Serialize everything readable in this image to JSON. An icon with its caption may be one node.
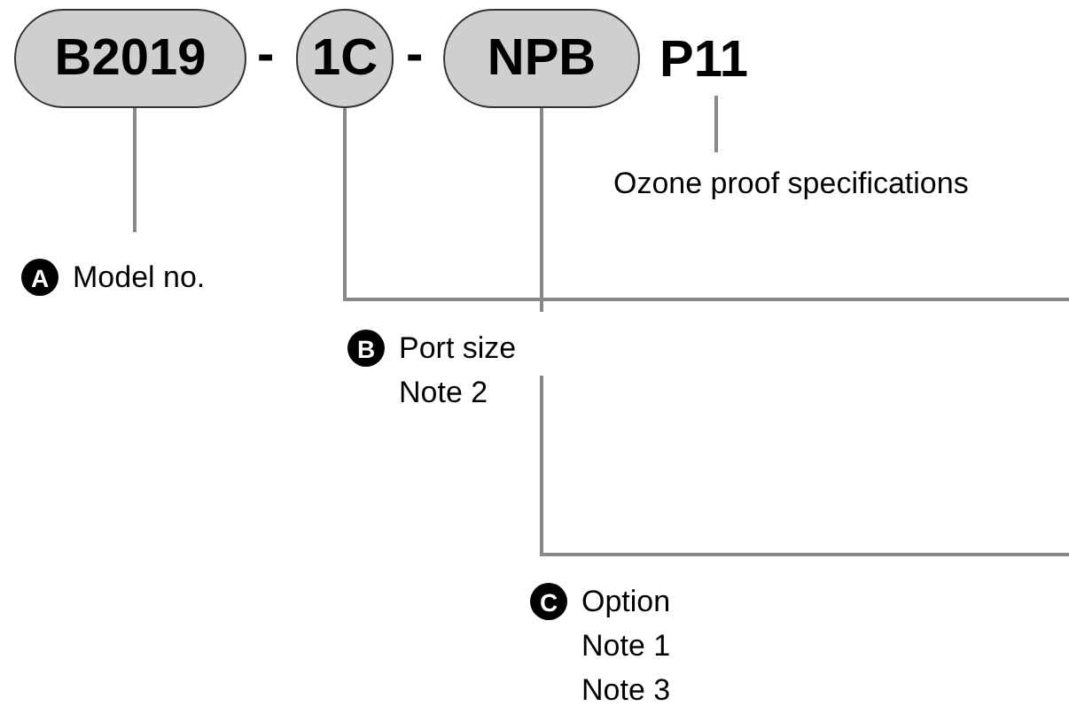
{
  "diagram": {
    "nodes": [
      {
        "text": [
          "B2019"
        ]
      },
      {
        "text": [
          "1C"
        ]
      },
      {
        "text": [
          "NPB"
        ]
      },
      {
        "text": [
          "P11"
        ]
      },
      {
        "text": [
          "Ozone proof specifications"
        ]
      },
      {
        "text": [
          "A",
          "Model no."
        ]
      },
      {
        "text": [
          "B",
          "Port size",
          "Note 2"
        ]
      },
      {
        "text": [
          "C",
          "Option",
          "Note 1",
          "Note 3"
        ]
      }
    ],
    "edges": [
      {
        "from": 0,
        "to": 5,
        "arrow": "none"
      },
      {
        "from": 1,
        "to": null,
        "arrow": "none"
      },
      {
        "from": 2,
        "to": null,
        "arrow": "none"
      },
      {
        "from": 3,
        "to": 4,
        "arrow": "none"
      }
    ],
    "labels": [
      "-",
      "-"
    ]
  }
}
